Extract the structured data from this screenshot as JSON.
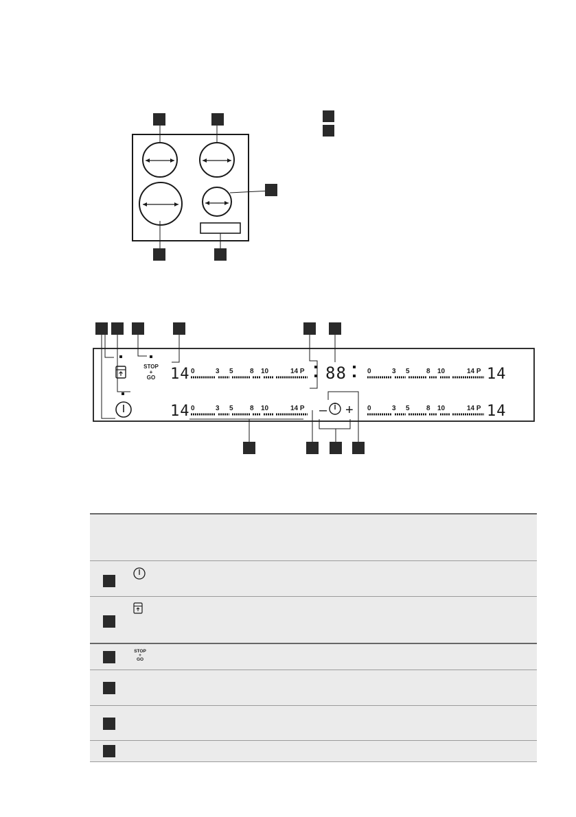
{
  "stop_go": {
    "line1": "STOP",
    "line2": "+",
    "line3": "GO"
  },
  "panel": {
    "display_left_top": "14",
    "display_left_bottom": "14",
    "display_right_top": "14",
    "display_right_bottom": "14",
    "timer_display": "88",
    "scale_labels": [
      "0",
      "3",
      "5",
      "8",
      "10",
      "14 P"
    ]
  },
  "timer_controls": {
    "minus": "–",
    "plus": "+"
  },
  "table": {
    "rows": [
      {
        "icon": "power-icon"
      },
      {
        "icon": "lock-icon"
      },
      {
        "icon": "stop-go-icon"
      },
      {
        "icon": ""
      },
      {
        "icon": ""
      },
      {
        "icon": ""
      }
    ]
  }
}
